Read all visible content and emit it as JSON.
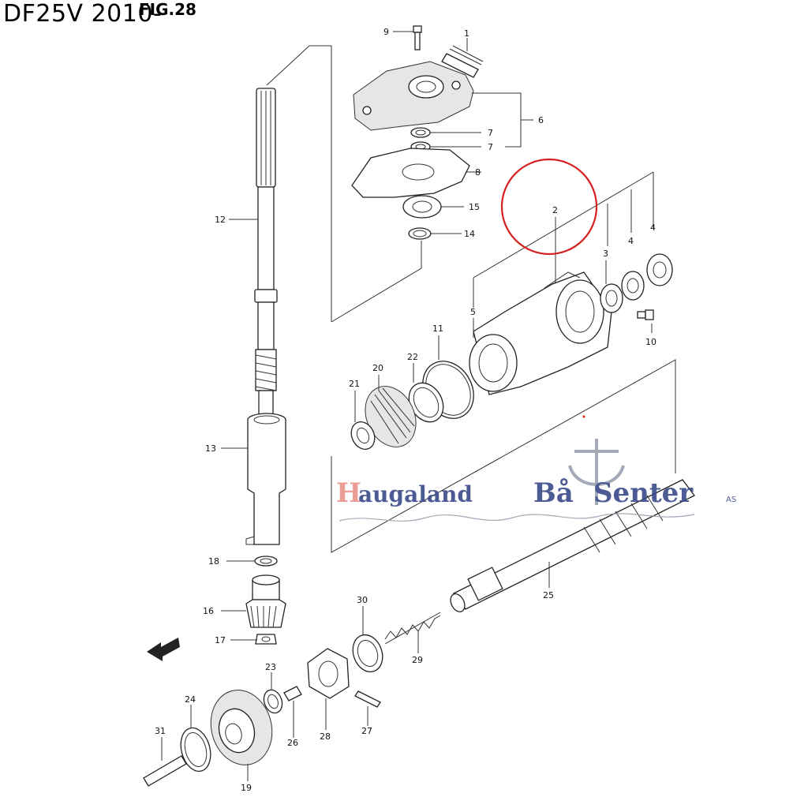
{
  "title": "DF25V 2010-",
  "fig_label": "FIG.28",
  "watermark": {
    "initial": "H",
    "word1": "augaland",
    "word2": "Bå",
    "word3": "Senter",
    "suffix": "AS",
    "colors": {
      "initial": "#e8948a",
      "text": "#3a4a8a",
      "anchor": "#9aa0b0"
    }
  },
  "highlight_circle_color": "#d42020",
  "parts": [
    {
      "id": "1",
      "label": "1"
    },
    {
      "id": "2",
      "label": "2"
    },
    {
      "id": "3",
      "label": "3"
    },
    {
      "id": "4a",
      "label": "4"
    },
    {
      "id": "4b",
      "label": "4"
    },
    {
      "id": "5",
      "label": "5"
    },
    {
      "id": "6",
      "label": "6"
    },
    {
      "id": "7a",
      "label": "7"
    },
    {
      "id": "7b",
      "label": "7"
    },
    {
      "id": "8",
      "label": "8"
    },
    {
      "id": "9",
      "label": "9"
    },
    {
      "id": "10",
      "label": "10"
    },
    {
      "id": "11",
      "label": "11"
    },
    {
      "id": "12",
      "label": "12"
    },
    {
      "id": "13",
      "label": "13"
    },
    {
      "id": "14",
      "label": "14"
    },
    {
      "id": "15",
      "label": "15"
    },
    {
      "id": "16",
      "label": "16"
    },
    {
      "id": "17",
      "label": "17"
    },
    {
      "id": "18",
      "label": "18"
    },
    {
      "id": "19",
      "label": "19"
    },
    {
      "id": "20",
      "label": "20"
    },
    {
      "id": "21",
      "label": "21"
    },
    {
      "id": "22",
      "label": "22"
    },
    {
      "id": "23",
      "label": "23"
    },
    {
      "id": "24",
      "label": "24"
    },
    {
      "id": "25",
      "label": "25"
    },
    {
      "id": "26",
      "label": "26"
    },
    {
      "id": "27",
      "label": "27"
    },
    {
      "id": "28",
      "label": "28"
    },
    {
      "id": "29",
      "label": "29"
    },
    {
      "id": "30",
      "label": "30"
    },
    {
      "id": "31",
      "label": "31"
    }
  ],
  "fwd_icon": "forward-arrow-icon"
}
